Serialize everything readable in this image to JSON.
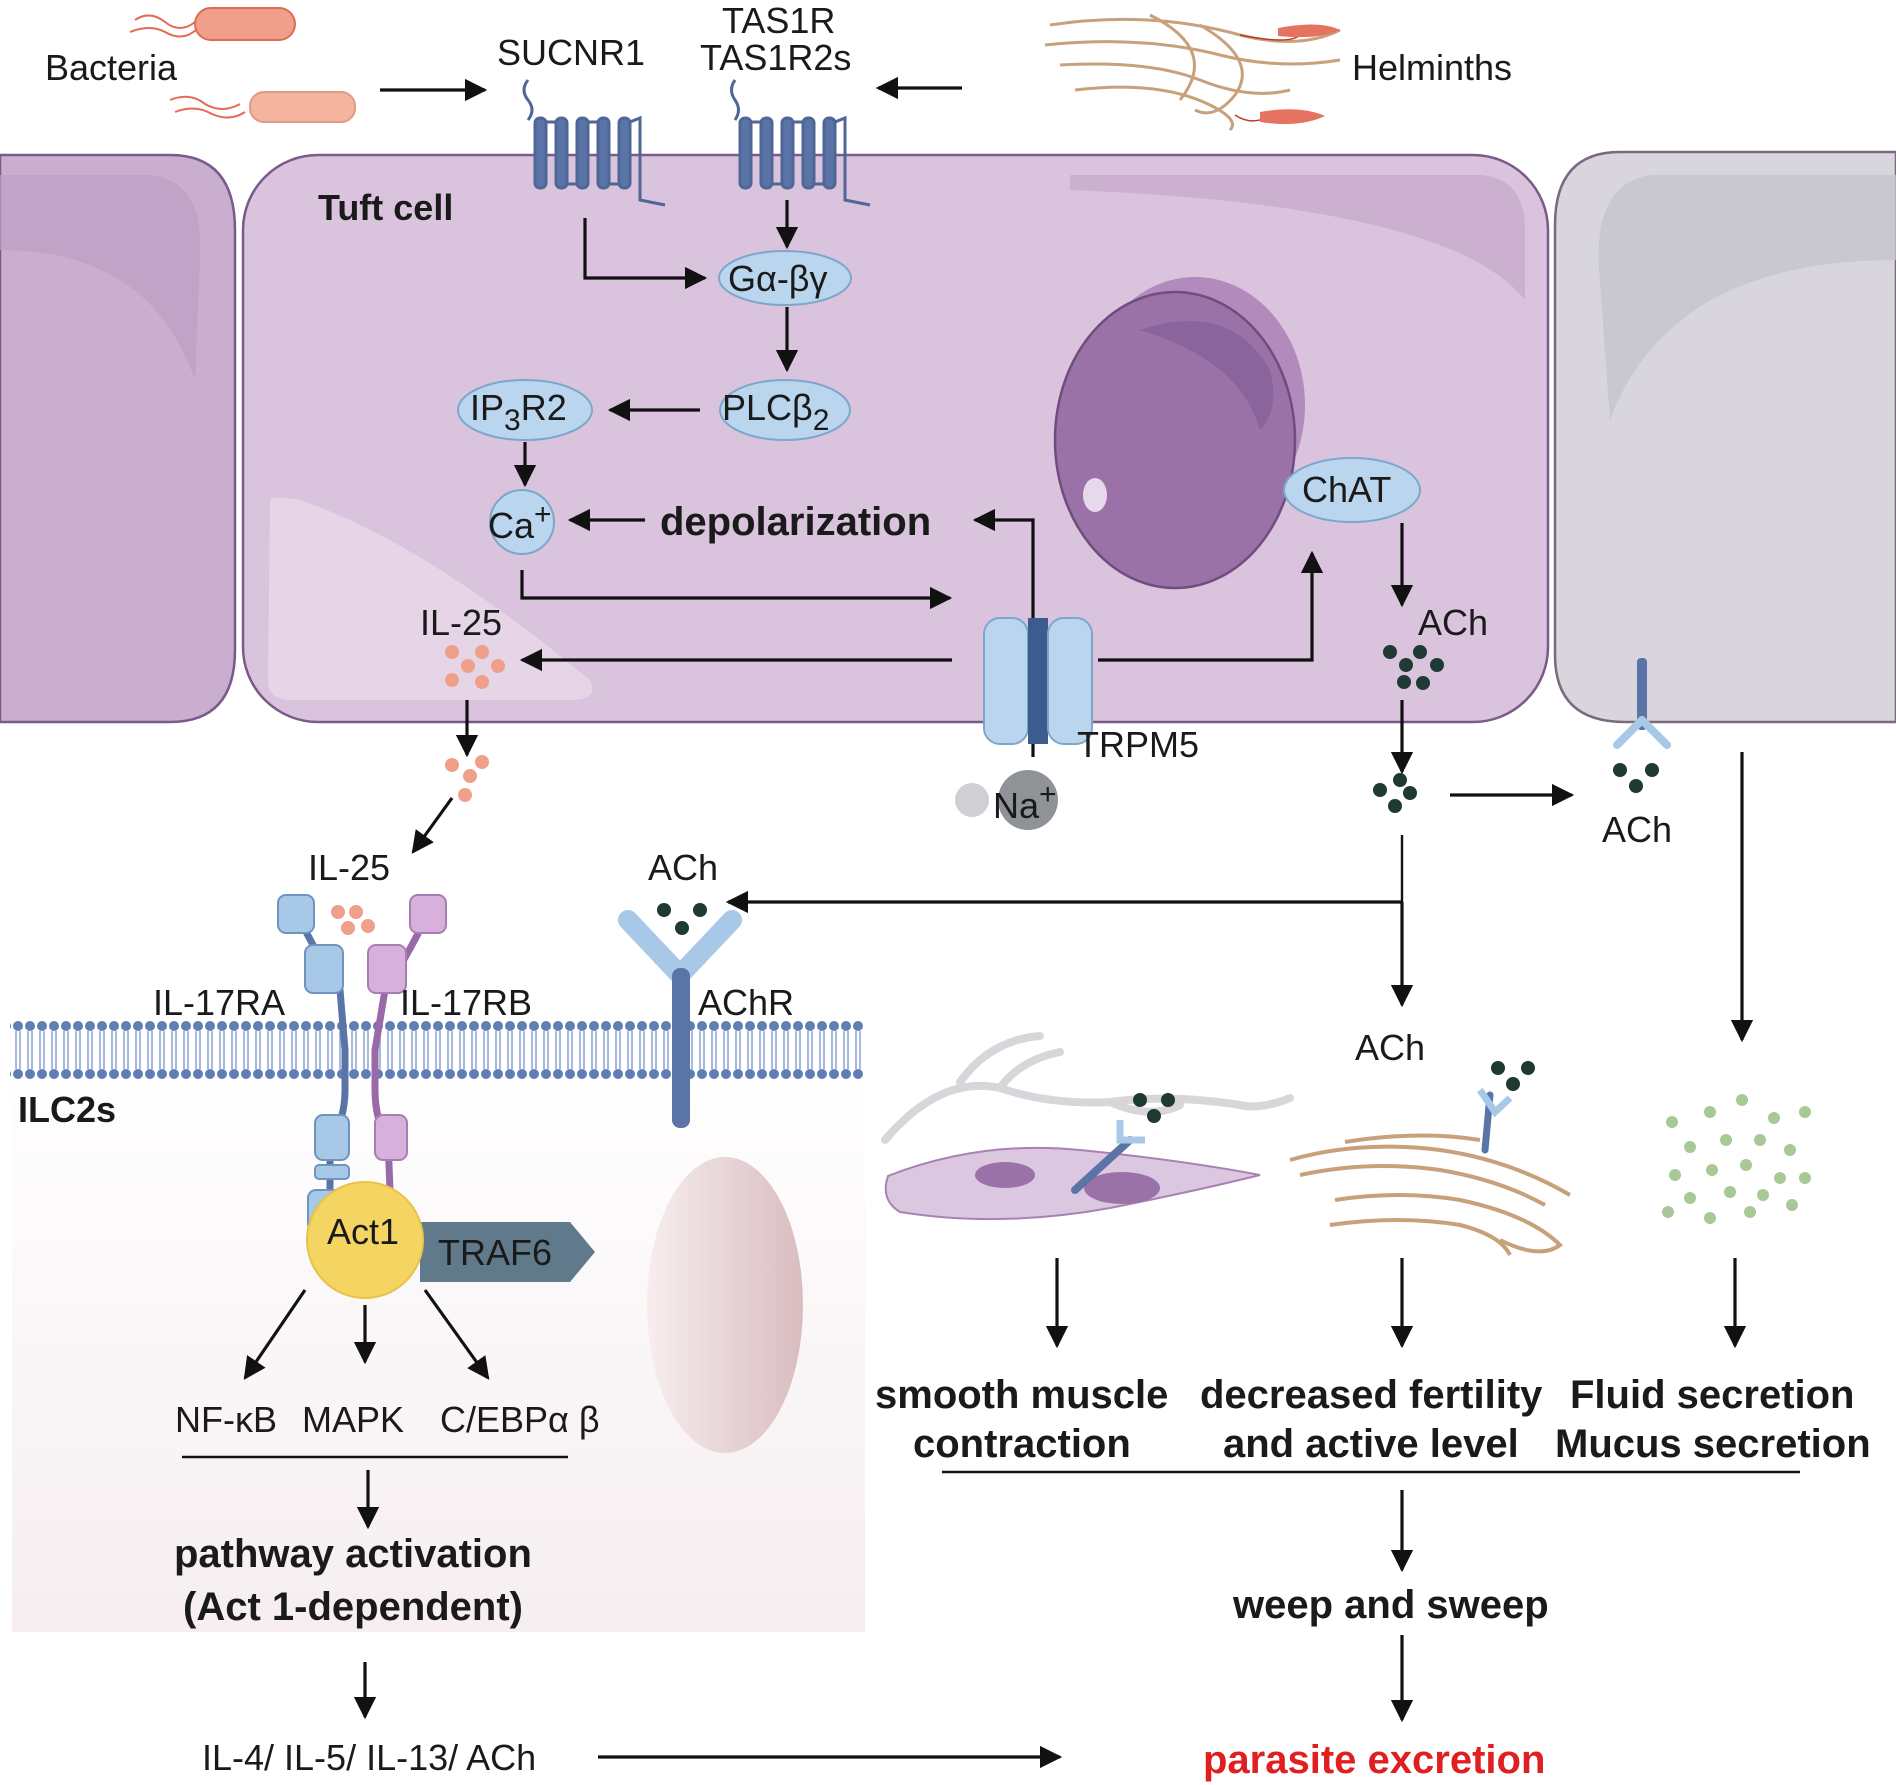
{
  "microbes": {
    "bacteria": "Bacteria",
    "helminths": "Helminths"
  },
  "receptors": {
    "sucnr1": "SUCNR1",
    "tas1r_line1": "TAS1R",
    "tas1r_line2": "TAS1R2s"
  },
  "tuft_cell": {
    "title": "Tuft cell",
    "g_protein": "Gα-βγ",
    "plc": "PLCβ",
    "plc_sub": "2",
    "ip3r2_a": "IP",
    "ip3r2_sub": "3",
    "ip3r2_b": "R2",
    "calcium": "Ca",
    "calcium_sup": "+",
    "depolarization": "depolarization",
    "il25": "IL-25",
    "chat": "ChAT",
    "ach": "ACh",
    "trpm5": "TRPM5",
    "sodium": "Na",
    "sodium_sup": "+"
  },
  "ach_labels": {
    "neighbor": "ACh",
    "achr_side": "ACh",
    "downstream": "ACh"
  },
  "ilc2": {
    "title": "ILC2s",
    "il25": "IL-25",
    "il17ra": "IL-17RA",
    "il17rb": "IL-17RB",
    "achr": "AChR",
    "act1": "Act1",
    "traf6": "TRAF6",
    "nfkb": "NF-κB",
    "mapk": "MAPK",
    "cebp": "C/EBPα β",
    "pathway_line1": "pathway activation",
    "pathway_line2": "(Act 1-dependent)",
    "cytokines": "IL-4/ IL-5/ IL-13/ ACh"
  },
  "effects": {
    "smooth_line1": "smooth muscle",
    "smooth_line2": "contraction",
    "fertility_line1": "decreased fertility",
    "fertility_line2": "and active level",
    "fluid_line1": "Fluid secretion",
    "fluid_line2": "Mucus secretion",
    "weep": "weep and sweep",
    "excretion": "parasite excretion"
  },
  "colors": {
    "tuft_cell": "#d9c3dd",
    "tuft_border": "#7a5a8a",
    "nucleus": "#9a72a8",
    "neighbor_gray": "#d8d6dc",
    "receptor_blue": "#5b74a8",
    "oval_blue": "#b9d6ee",
    "ach_dot": "#1e3a32",
    "il25_dot": "#f0a08a",
    "act1": "#f5d562",
    "traf6": "#607a8c",
    "excretion_red": "#e02020"
  }
}
